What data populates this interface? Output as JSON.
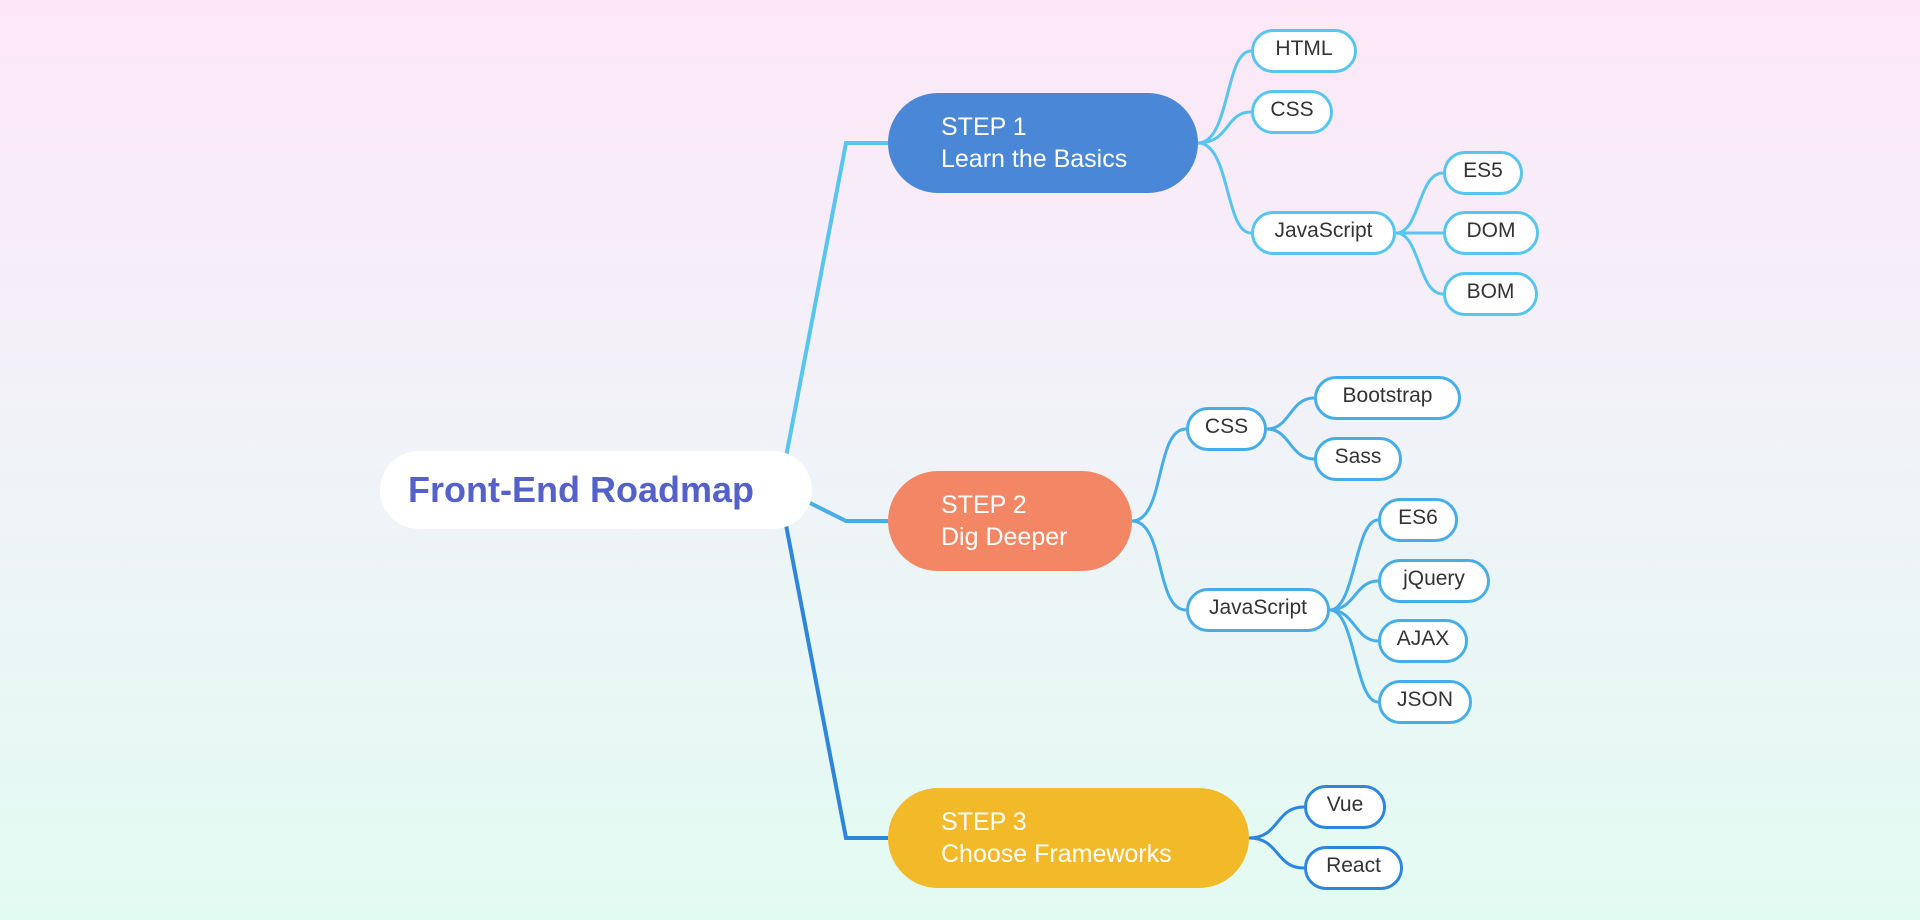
{
  "root": {
    "label": "Front-End Roadmap"
  },
  "steps": [
    {
      "label": "STEP 1",
      "title": "Learn the Basics",
      "color": "#4a87d6",
      "children": [
        {
          "label": "HTML"
        },
        {
          "label": "CSS"
        },
        {
          "label": "JavaScript",
          "children": [
            {
              "label": "ES5"
            },
            {
              "label": "DOM"
            },
            {
              "label": "BOM"
            }
          ]
        }
      ]
    },
    {
      "label": "STEP 2",
      "title": "Dig Deeper",
      "color": "#f38664",
      "children": [
        {
          "label": "CSS",
          "children": [
            {
              "label": "Bootstrap"
            },
            {
              "label": "Sass"
            }
          ]
        },
        {
          "label": "JavaScript",
          "children": [
            {
              "label": "ES6"
            },
            {
              "label": "jQuery"
            },
            {
              "label": "AJAX"
            },
            {
              "label": "JSON"
            }
          ]
        }
      ]
    },
    {
      "label": "STEP 3",
      "title": "Choose Frameworks",
      "color": "#f2b929",
      "children": [
        {
          "label": "Vue"
        },
        {
          "label": "React"
        }
      ]
    }
  ],
  "colors": {
    "root_text": "#5361c9",
    "branch_1": "#58c5ee",
    "branch_2": "#47ade6",
    "branch_3": "#2e86dc"
  }
}
